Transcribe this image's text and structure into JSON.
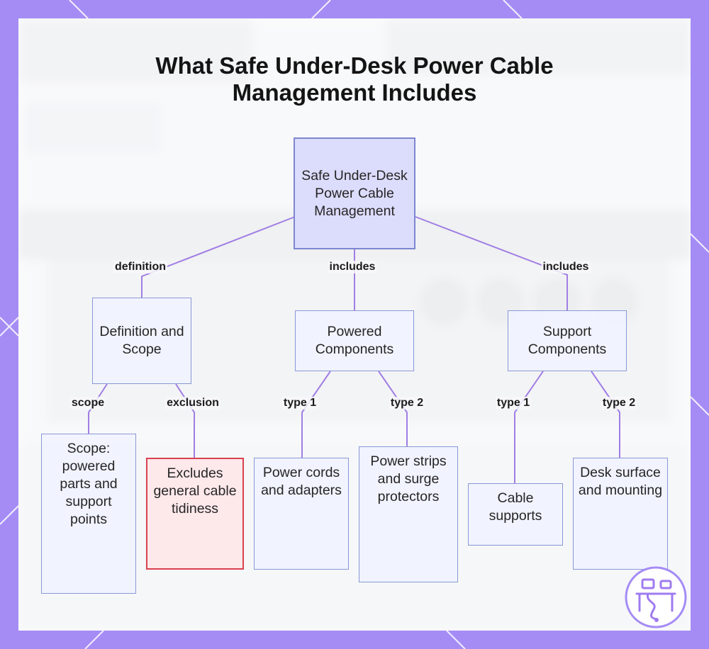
{
  "title_lines": [
    "What Safe Under-Desk Power Cable",
    "Management Includes"
  ],
  "colors": {
    "frame": "#a58cf5",
    "edge": "#a07ee4",
    "node_border": "#8a98d6",
    "warn_border": "#d9414f"
  },
  "nodes": {
    "root": "Safe Under-Desk Power Cable Management",
    "definition": "Definition and Scope",
    "powered": "Powered Components",
    "support": "Support Components",
    "scope": "Scope: powered parts and support points",
    "exclusion": "Excludes general cable tidiness",
    "cords": "Power cords and adapters",
    "strips": "Power strips and surge protectors",
    "cable_supports": "Cable supports",
    "desk": "Desk surface and mounting"
  },
  "edge_labels": {
    "definition": "definition",
    "includes_1": "includes",
    "includes_2": "includes",
    "scope": "scope",
    "exclusion": "exclusion",
    "type1_a": "type 1",
    "type2_a": "type 2",
    "type1_b": "type 1",
    "type2_b": "type 2"
  },
  "logo_icon": "desk-cable-logo-icon"
}
